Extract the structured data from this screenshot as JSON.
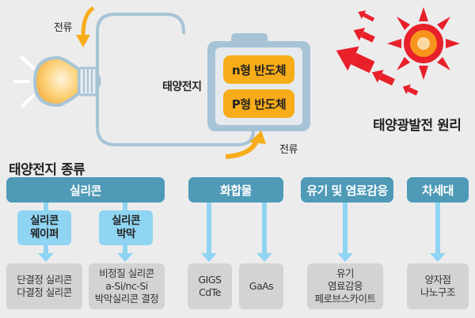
{
  "principle": {
    "title": "태양광발전 원리",
    "current_label_top": "전류",
    "current_label_bottom": "전류",
    "solar_cell_label": "태양전지",
    "semiconductors": [
      "n형 반도체",
      "P형 반도체"
    ],
    "icons": [
      "light-bulb-icon",
      "sun-icon",
      "sunlight-arrow-icon",
      "current-arrow-icon",
      "battery-icon"
    ]
  },
  "types": {
    "title": "태양전지 종류",
    "categories": [
      {
        "label": "실리콘",
        "subcategories": [
          {
            "label": [
              "실리콘",
              "웨이퍼"
            ],
            "items": [
              "단결정 실리콘",
              "다결정 실리콘"
            ]
          },
          {
            "label": [
              "실리콘",
              "박막"
            ],
            "items": [
              "비정질 실리콘",
              "a-Si/nc-Si",
              "박막실리콘 결정"
            ]
          }
        ]
      },
      {
        "label": "화합물",
        "leaves": [
          {
            "items": [
              "GIGS",
              "CdTe"
            ]
          },
          {
            "items": [
              "GaAs"
            ]
          }
        ]
      },
      {
        "label": "유기 및 염료감응",
        "leaves": [
          {
            "items": [
              "유기",
              "염료감응",
              "페로브스카이트"
            ]
          }
        ]
      },
      {
        "label": "차세대",
        "leaves": [
          {
            "items": [
              "양자점",
              "나노구조"
            ]
          }
        ]
      }
    ]
  },
  "colors": {
    "background": "#ececed",
    "category": "#4e9ab7",
    "subcategory": "#8fd4f2",
    "leaf": "#d3d3d4",
    "semiconductor": "#f7ac19",
    "wire": "#a7c4d6",
    "sun_red": "#e8202a",
    "sun_orange": "#f7941d"
  }
}
